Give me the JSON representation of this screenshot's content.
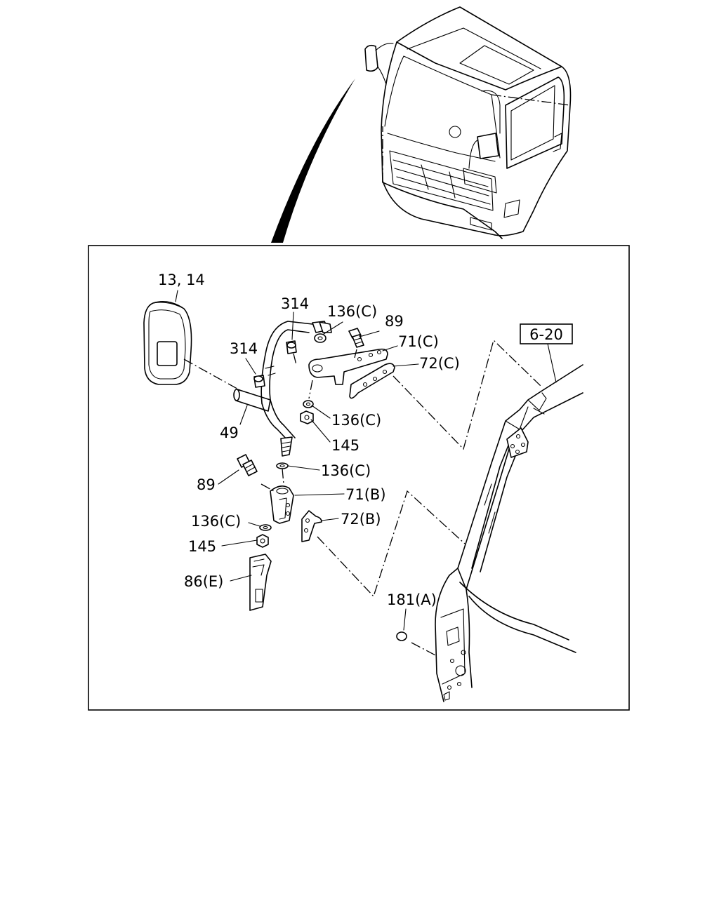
{
  "ref_box": "6-20",
  "callouts": {
    "mirror": "13, 14",
    "screw_top": "314",
    "screw_left": "314",
    "washer_top": "136(C)",
    "bolt_top": "89",
    "bracket_c": "71(C)",
    "plate_c": "72(C)",
    "washer_mid": "136(C)",
    "nut_top": "145",
    "arm": "49",
    "bolt_left": "89",
    "washer_lower": "136(C)",
    "bracket_b": "71(B)",
    "washer_left": "136(C)",
    "plate_b": "72(B)",
    "nut_left": "145",
    "cover": "86(E)",
    "plug": "181(A)"
  }
}
